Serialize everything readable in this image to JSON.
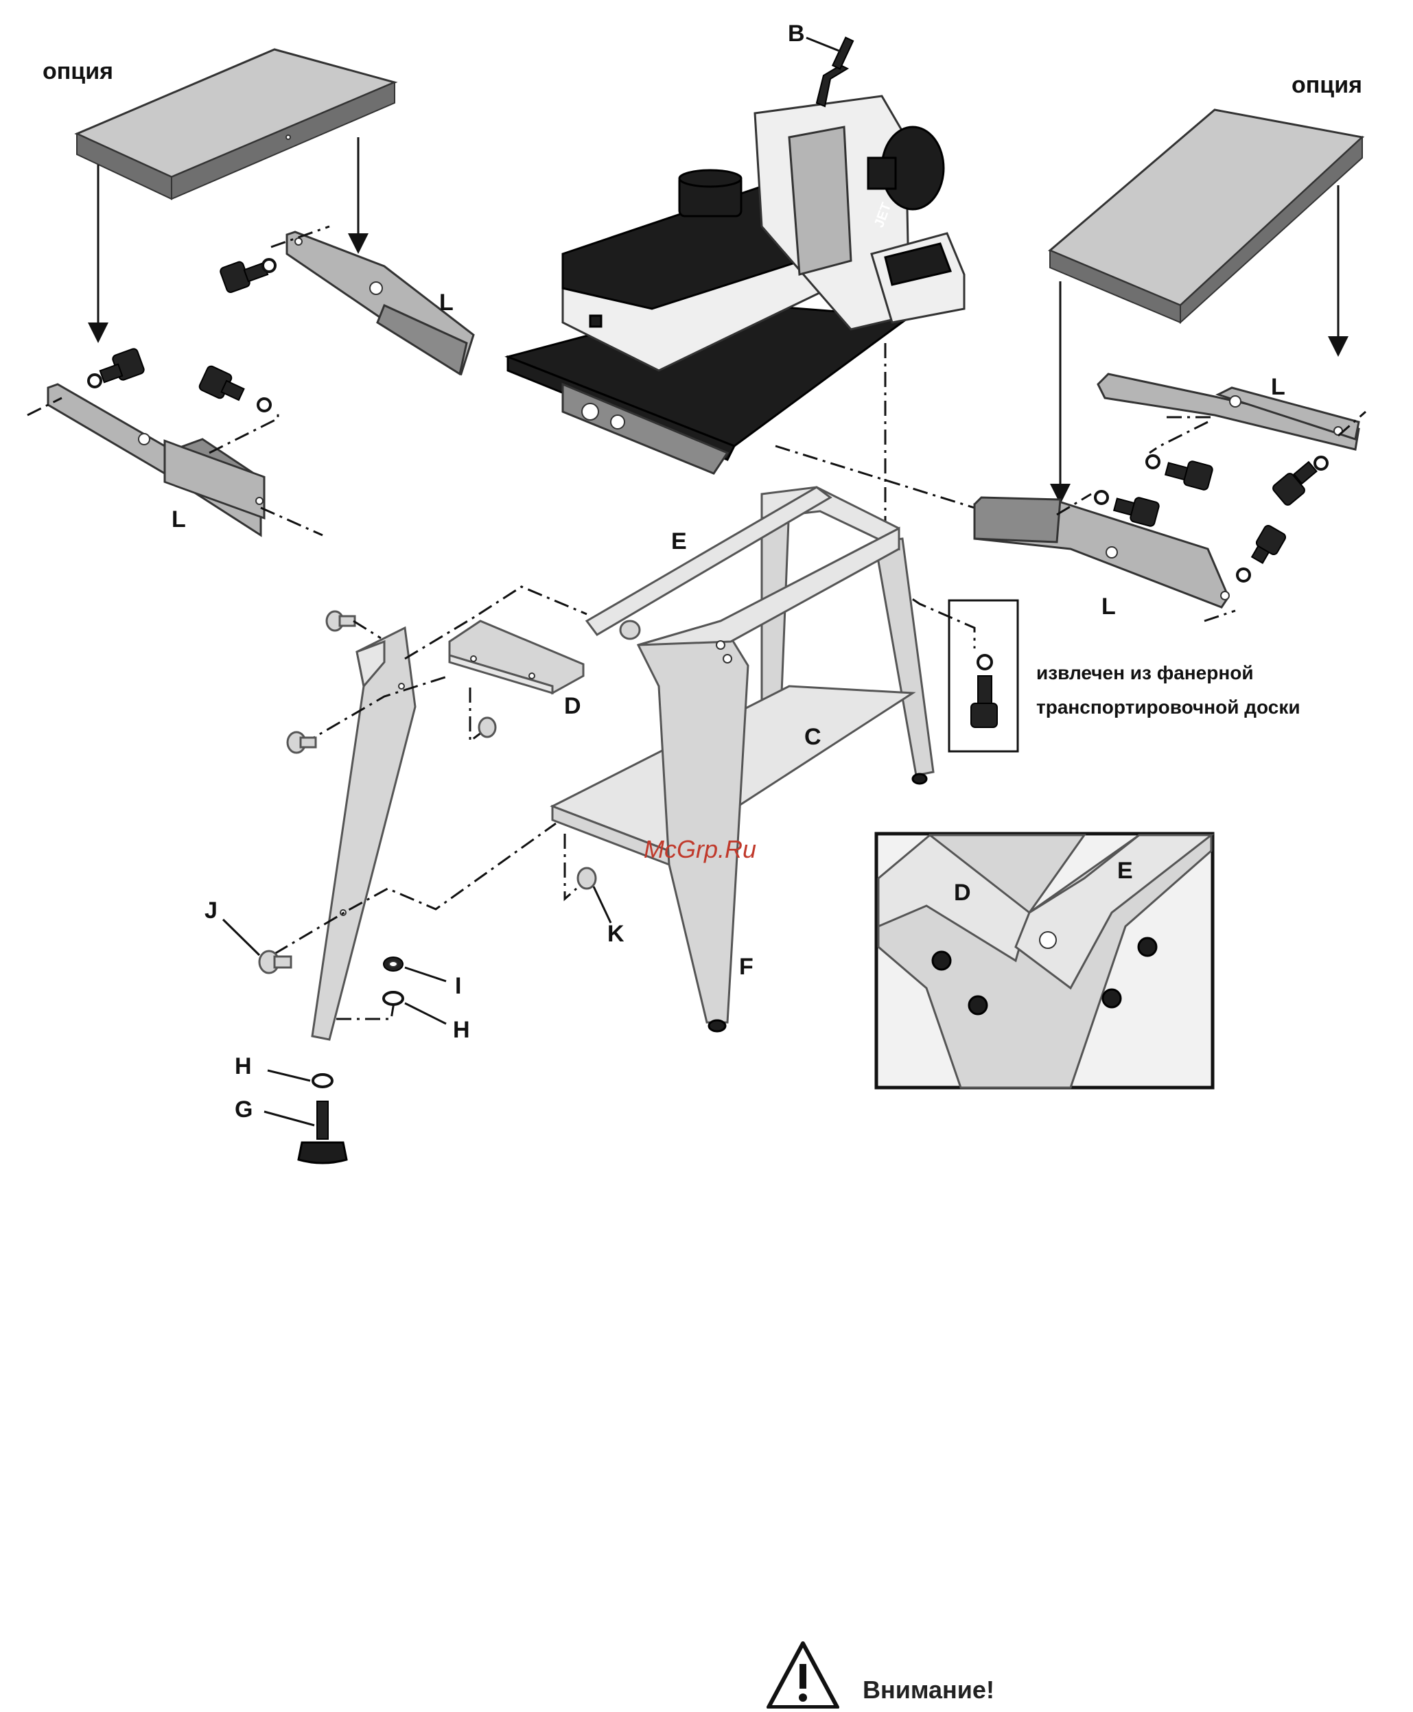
{
  "option_label_left": "опция",
  "option_label_right": "опция",
  "labels": {
    "B": "B",
    "C": "C",
    "D": "D",
    "E": "E",
    "F": "F",
    "G": "G",
    "H": "H",
    "I": "I",
    "J": "J",
    "K": "K",
    "L": "L"
  },
  "note_line1": "извлечен из фанерной",
  "note_line2": "транспортировочной доски",
  "watermark": "McGrp.Ru",
  "inset_labels": {
    "D": "D",
    "E": "E"
  },
  "warning_text": "Внимание!",
  "machine_brand": "JET"
}
